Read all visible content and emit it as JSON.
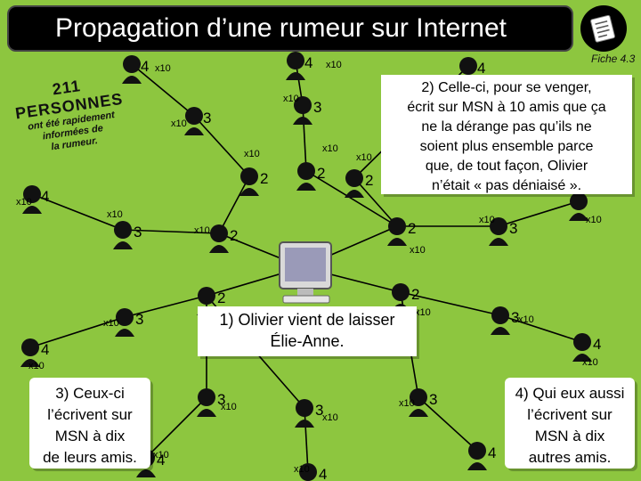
{
  "title": "Propagation d’une rumeur sur Internet",
  "fiche": "Fiche 4.3",
  "persons": {
    "count": "211",
    "word": "PERSONNES",
    "line1": "ont été rapidement",
    "line2": "informées de",
    "line3": "la rumeur."
  },
  "callouts": {
    "c1": [
      "1) Olivier vient de laisser",
      "Élie-Anne."
    ],
    "c2": [
      "2) Celle-ci, pour se venger,",
      "écrit sur MSN à 10 amis que ça",
      "ne la dérange pas qu’ils ne",
      "soient plus ensemble parce",
      "que, de tout façon, Olivier",
      "n’était « pas déniaisé »."
    ],
    "c3": [
      "3) Ceux-ci",
      "l’écrivent sur",
      "MSN à dix",
      "de leurs amis."
    ],
    "c4": [
      "4) Qui eux aussi",
      "l’écrivent sur",
      "MSN à dix",
      "autres amis."
    ]
  },
  "nodes": [
    {
      "label": "4",
      "mult": "x10"
    },
    {
      "label": "4",
      "mult": "x10"
    },
    {
      "label": "4",
      "mult": ""
    },
    {
      "label": "3",
      "mult": "x10"
    },
    {
      "label": "3",
      "mult": "x10"
    },
    {
      "label": "2",
      "mult": "x10"
    },
    {
      "label": "2",
      "mult": "x10"
    },
    {
      "label": "2",
      "mult": "x10"
    },
    {
      "label": "4",
      "mult": "x10"
    },
    {
      "label": "3",
      "mult": "x10"
    },
    {
      "label": "2",
      "mult": "x10"
    },
    {
      "label": "2",
      "mult": "x10"
    },
    {
      "label": "3",
      "mult": "x10"
    },
    {
      "label": "",
      "mult": "x10"
    },
    {
      "label": "2",
      "mult": ""
    },
    {
      "label": "2",
      "mult": "x10"
    },
    {
      "label": "3",
      "mult": "x10"
    },
    {
      "label": "3",
      "mult": "x10"
    },
    {
      "label": "4",
      "mult": "x10"
    },
    {
      "label": "4",
      "mult": "x10"
    },
    {
      "label": "3",
      "mult": "x10"
    },
    {
      "label": "3",
      "mult": "x10"
    },
    {
      "label": "3",
      "mult": "x10"
    },
    {
      "label": "4",
      "mult": "x10"
    },
    {
      "label": "4",
      "mult": "x10"
    },
    {
      "label": "4",
      "mult": ""
    }
  ],
  "colors": {
    "background": "#8dc63f",
    "silhouette": "#111111",
    "callout": "#ffffff",
    "title_bar": "#000000",
    "line": "#000000"
  }
}
